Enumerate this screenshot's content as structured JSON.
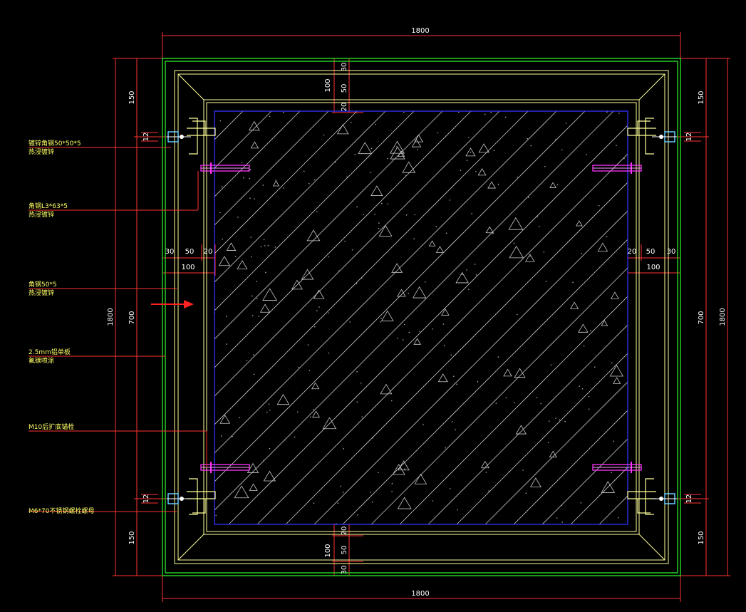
{
  "dims": {
    "top_total": "1800",
    "bottom_total": "1800",
    "left_total": "1800",
    "right_total": "1800",
    "left_top": "150",
    "left_mid": "700",
    "left_bottom": "150",
    "right_top": "150",
    "right_mid": "700",
    "right_bottom": "150",
    "top_a": "30",
    "top_b": "50",
    "top_c": "20",
    "top_sum": "100",
    "bottom_a": "20",
    "bottom_b": "50",
    "bottom_c": "30",
    "bottom_sum": "100",
    "left_a": "30",
    "left_b": "50",
    "left_c": "20",
    "left_sum": "100",
    "right_a": "20",
    "right_b": "50",
    "right_c": "30",
    "right_sum": "100",
    "anchor_tl": "12",
    "anchor_bl": "12",
    "anchor_tr": "12",
    "anchor_br": "12"
  },
  "callouts": [
    {
      "line1": "镀锌角钢50*50*5",
      "line2": "热浸镀锌"
    },
    {
      "line1": "角钢L3*63*5",
      "line2": "热浸镀锌"
    },
    {
      "line1": "角钢50*5",
      "line2": "热浸镀锌"
    },
    {
      "line1": "2.5mm铝单板",
      "line2": "氟碳喷涂"
    },
    {
      "line1": "M10后扩底锚栓",
      "line2": ""
    },
    {
      "line1": "M6*70不锈钢螺栓螺母",
      "line2": ""
    }
  ],
  "colors": {
    "frame_green": "#22cc22",
    "frame_yellow": "#ffff99",
    "glass_blue": "#3333ff",
    "dim_red": "#ff3333",
    "bolt_magenta": "#ff33ff",
    "arrow_red": "#ff2222"
  }
}
